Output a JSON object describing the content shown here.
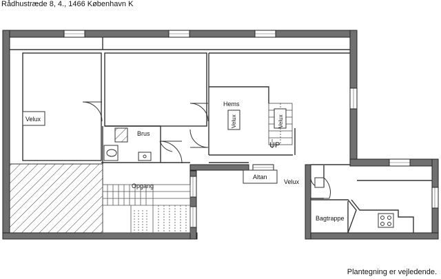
{
  "address": "Rådhustræde 8, 4., 1466 København K",
  "disclaimer": "Plantegning er vejledende.",
  "labels": {
    "velux_left": "Velux",
    "hems": "Hems",
    "velux_hems_1": "Velux",
    "velux_hems_2": "Velux",
    "up": "UP",
    "brus": "Brus",
    "opgang": "Opgang",
    "altan": "Altan",
    "velux_right": "Velux",
    "bagtrappe": "Bagtrappe"
  },
  "colors": {
    "wall": "#707070",
    "wall_outline": "#222222",
    "line": "#333333",
    "hatch": "#444444"
  }
}
